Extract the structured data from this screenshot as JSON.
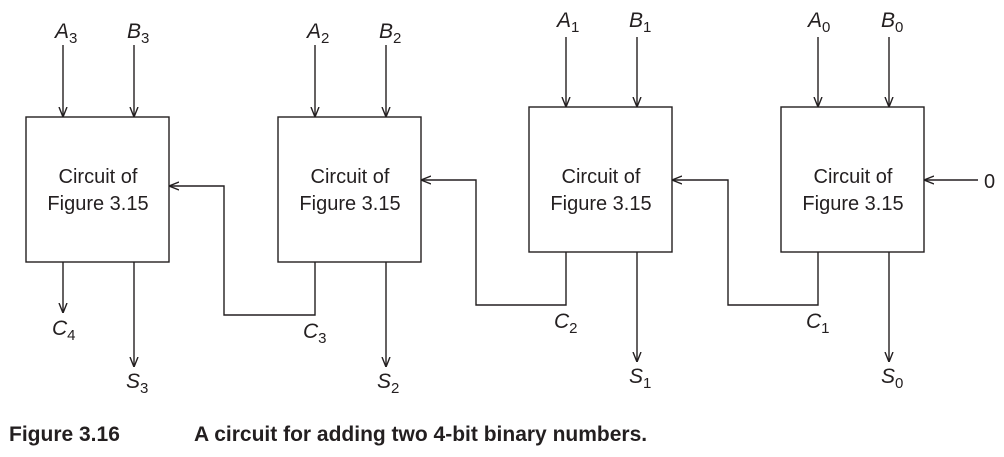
{
  "blocks": [
    {
      "line1": "Circuit of",
      "line2": "Figure 3.15",
      "in_a": {
        "letter": "A",
        "sub": "3"
      },
      "in_b": {
        "letter": "B",
        "sub": "3"
      },
      "sum": {
        "letter": "S",
        "sub": "3"
      },
      "carry_out": {
        "letter": "C",
        "sub": "4"
      }
    },
    {
      "line1": "Circuit of",
      "line2": "Figure 3.15",
      "in_a": {
        "letter": "A",
        "sub": "2"
      },
      "in_b": {
        "letter": "B",
        "sub": "2"
      },
      "sum": {
        "letter": "S",
        "sub": "2"
      },
      "carry_out": {
        "letter": "C",
        "sub": "3"
      }
    },
    {
      "line1": "Circuit of",
      "line2": "Figure 3.15",
      "in_a": {
        "letter": "A",
        "sub": "1"
      },
      "in_b": {
        "letter": "B",
        "sub": "1"
      },
      "sum": {
        "letter": "S",
        "sub": "1"
      },
      "carry_out": {
        "letter": "C",
        "sub": "2"
      }
    },
    {
      "line1": "Circuit of",
      "line2": "Figure 3.15",
      "in_a": {
        "letter": "A",
        "sub": "0"
      },
      "in_b": {
        "letter": "B",
        "sub": "0"
      },
      "sum": {
        "letter": "S",
        "sub": "0"
      },
      "carry_out": {
        "letter": "C",
        "sub": "1"
      }
    }
  ],
  "carry_in": "0",
  "caption": {
    "number": "Figure 3.16",
    "text": "A circuit for adding two 4-bit binary numbers."
  }
}
